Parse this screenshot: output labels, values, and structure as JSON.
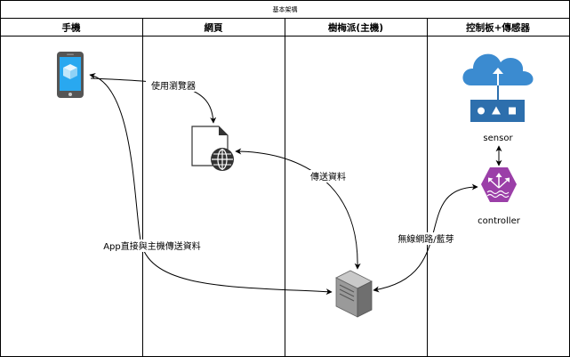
{
  "title": "基本架構",
  "lanes": [
    "手機",
    "網頁",
    "樹梅派(主機)",
    "控制板+傳感器"
  ],
  "nodes": {
    "sensor": "sensor",
    "controller": "controller"
  },
  "edges": {
    "browser": "使用瀏覽器",
    "transfer": "傳送資料",
    "app_direct": "App直接與主機傳送資料",
    "wireless": "無線網路/藍芽"
  },
  "icons": {
    "phone": "smartphone-icon",
    "web": "web-page-icon",
    "server": "server-icon",
    "cloud": "cloud-upload-icon",
    "sensor": "sensor-module-icon",
    "controller": "controller-hub-icon"
  },
  "colors": {
    "phone_screen": "#29A8F0",
    "phone_body": "#555555",
    "cloud": "#3B8BD0",
    "sensor_bar": "#2D6FAD",
    "controller": "#9B3FA8",
    "server": "#8C8C8C"
  }
}
